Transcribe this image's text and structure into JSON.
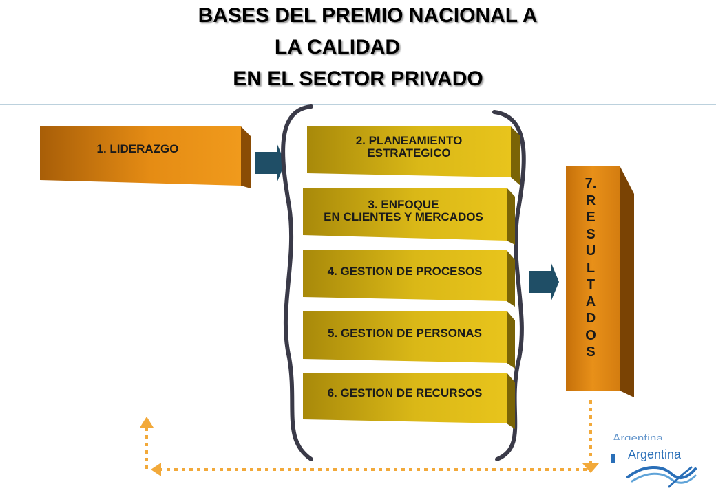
{
  "title": {
    "line1": "BASES DEL PREMIO NACIONAL A",
    "line2": "LA CALIDAD",
    "line3": "EN EL  SECTOR PRIVADO"
  },
  "boxes": {
    "liderazgo": "1. LIDERAZGO",
    "planeamiento": {
      "line1": "2. PLANEAMIENTO",
      "line2": "ESTRATEGICO"
    },
    "enfoque": {
      "line1": "3. ENFOQUE",
      "line2": "EN CLIENTES Y MERCADOS"
    },
    "procesos": "4. GESTION DE PROCESOS",
    "personas": "5. GESTION DE PERSONAS",
    "recursos": "6. GESTION DE RECURSOS",
    "resultados": [
      "7.",
      "R",
      "E",
      "S",
      "U",
      "L",
      "T",
      "A",
      "D",
      "O",
      "S"
    ]
  },
  "logo": {
    "text_faded": "Argentina",
    "text": "Argentina"
  },
  "colors": {
    "orange_box": "#e2860f",
    "yellow_box": "#d8b516",
    "arrow": "#1f4e66",
    "bracket": "#3a3a48",
    "dotted_feedback": "#f2a93a",
    "logo_blue": "#2a6fb8"
  }
}
